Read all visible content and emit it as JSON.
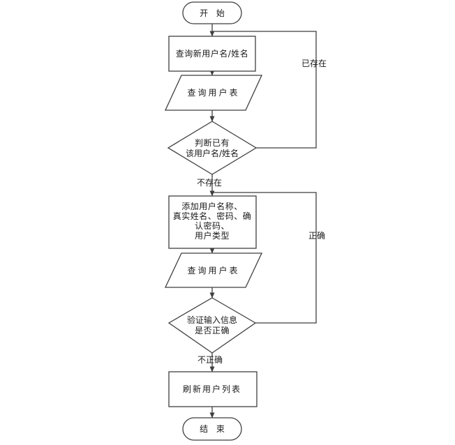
{
  "diagram": {
    "type": "flowchart",
    "background_color": "#ffffff",
    "line_color": "#3f3f3f",
    "text_color": "#1a1a1a",
    "nodes": {
      "start": {
        "shape": "terminator",
        "label": "开 始"
      },
      "query_new_username": {
        "shape": "process",
        "label": "查询新用户名/姓名"
      },
      "query_user_table_top": {
        "shape": "data-parallelogram",
        "label": "查询用户表"
      },
      "check_existing": {
        "shape": "decision",
        "line1": "判断已有",
        "line2": "该用户名/姓名"
      },
      "add_user_info": {
        "shape": "process",
        "line1": "添加用户名称、",
        "line2": "真实姓名、密码、确",
        "line3": "认密码、",
        "line4": "用户类型"
      },
      "query_user_table_bottom": {
        "shape": "data-parallelogram",
        "label": "查询用户表"
      },
      "verify_input": {
        "shape": "decision",
        "line1": "验证输入信息",
        "line2": "是否正确"
      },
      "refresh_user_list": {
        "shape": "process",
        "label": "刷新用户列表"
      },
      "end": {
        "shape": "terminator",
        "label": "结 束"
      }
    },
    "edge_labels": {
      "already_exists": "已存在",
      "not_exists": "不存在",
      "correct": "正确",
      "incorrect": "不正确"
    }
  }
}
